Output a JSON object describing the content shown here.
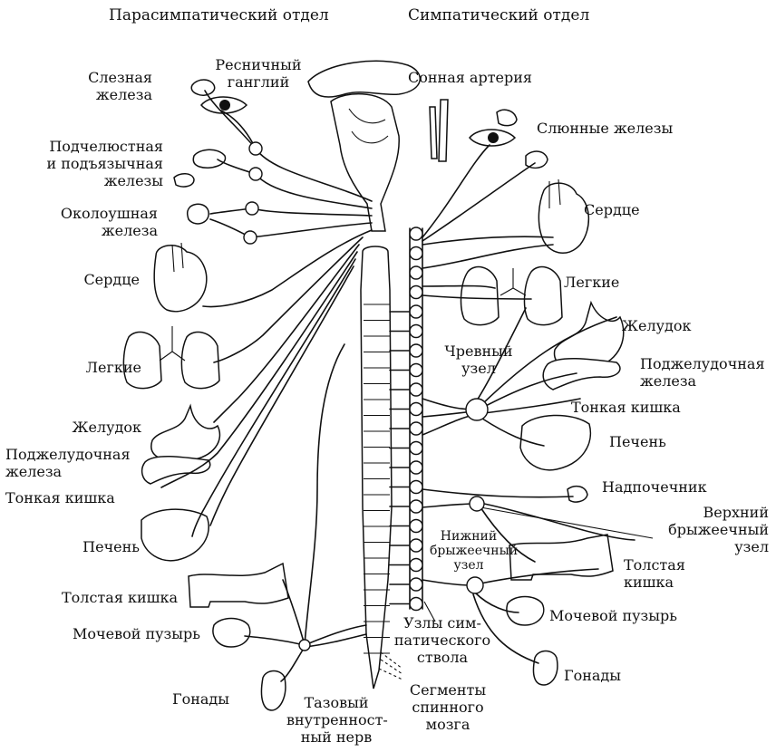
{
  "headers": {
    "parasympathetic": "Парасимпатический отдел",
    "sympathetic": "Симпатический отдел"
  },
  "left_labels": {
    "lacrimal": "Слезная\nжелеза",
    "ciliary": "Ресничный\nганглий",
    "submandibular": "Подчелюстная\nи подъязычная\nжелезы",
    "parotid": "Околоушная\nжелеза",
    "heart": "Сердце",
    "lungs": "Легкие",
    "stomach": "Желудок",
    "pancreas": "Поджелудочная\nжелеза",
    "small_intestine": "Тонкая кишка",
    "liver": "Печень",
    "colon": "Толстая кишка",
    "bladder": "Мочевой пузырь",
    "gonads": "Гонады",
    "pelvic_nerve": "Тазовый\nвнутренност-\nный нерв"
  },
  "right_labels": {
    "carotid": "Сонная артерия",
    "salivary": "Слюнные железы",
    "heart": "Сердце",
    "lungs": "Легкие",
    "stomach": "Желудок",
    "celiac": "Чревный\nузел",
    "pancreas": "Поджелудочная\nжелеза",
    "small_intestine": "Тонкая кишка",
    "liver": "Печень",
    "adrenal": "Надпочечник",
    "superior_mesenteric": "Верхний\nбрыжеечный\nузел",
    "inferior_mesenteric": "Нижний\nбрыжеечный\nузел",
    "colon": "Толстая\nкишка",
    "bladder": "Мочевой пузырь",
    "sympathetic_trunk": "Узлы сим-\nпатического\nствола",
    "gonads": "Гонады",
    "spinal_segments": "Сегменты\nспинного\nмозга"
  }
}
